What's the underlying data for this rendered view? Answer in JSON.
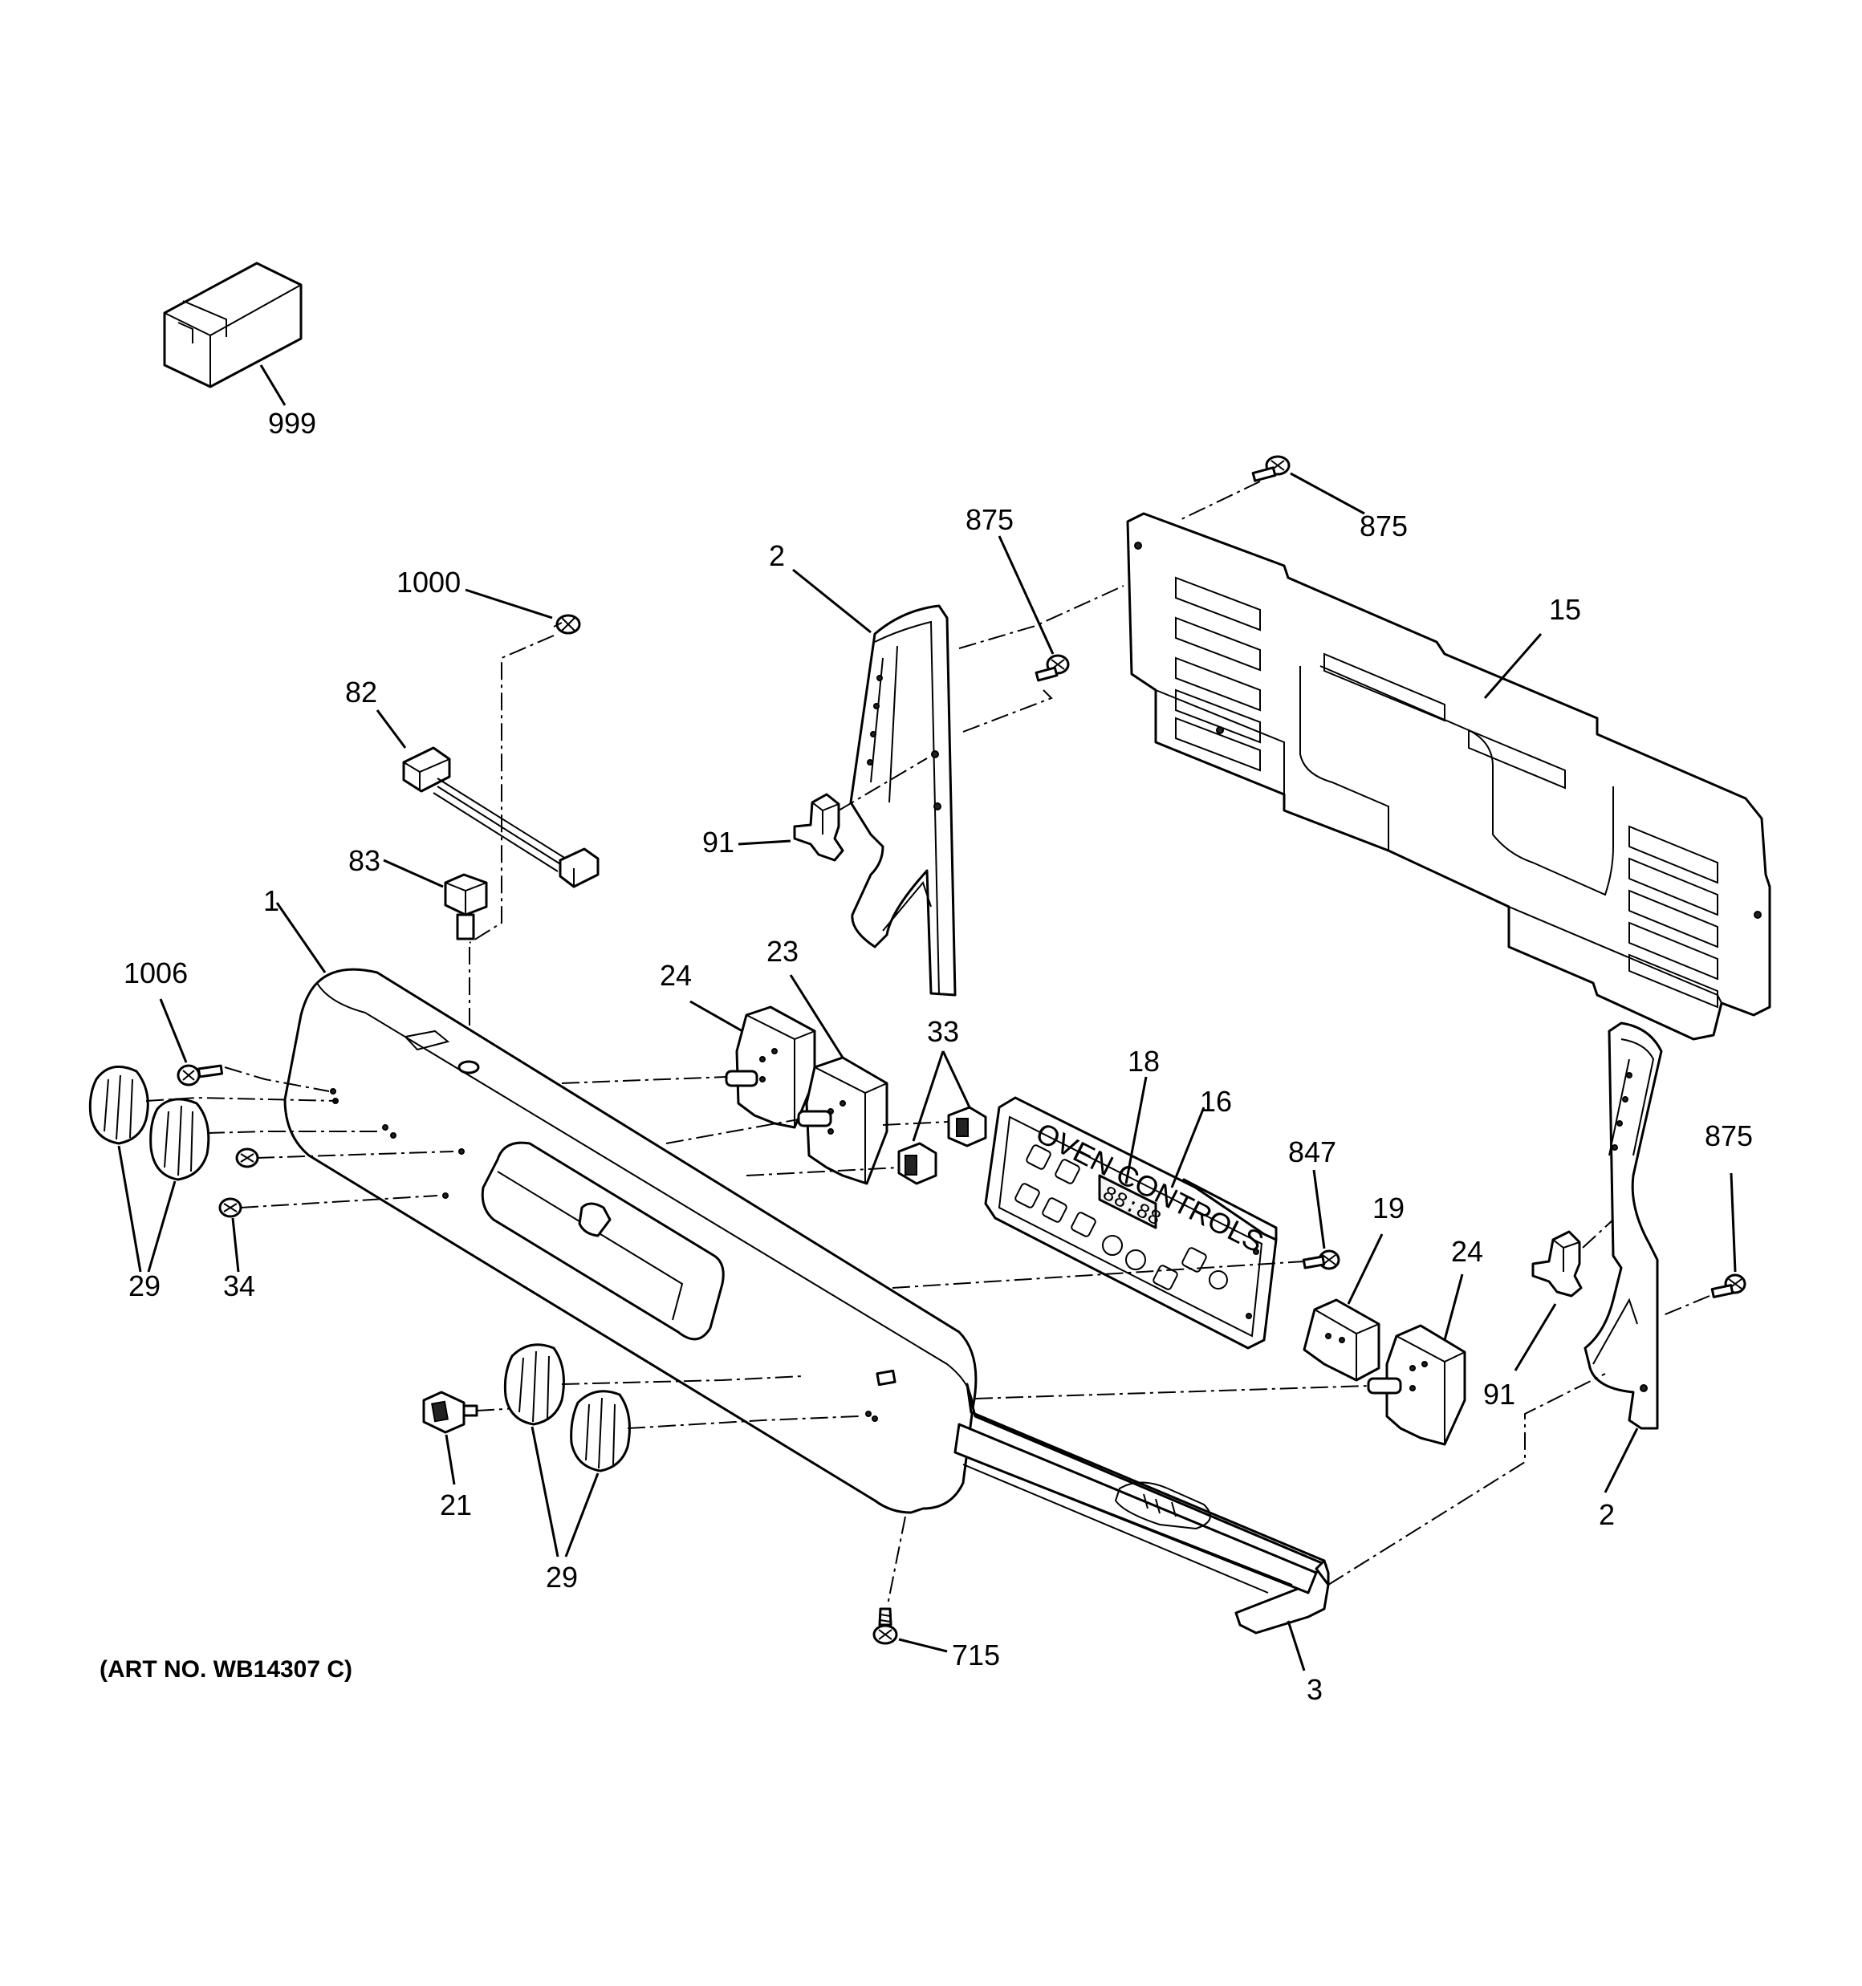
{
  "diagram": {
    "art_number": "(ART NO. WB14307 C)",
    "callouts": {
      "c999": "999",
      "c1000": "1000",
      "c82": "82",
      "c83": "83",
      "c1": "1",
      "c1006": "1006",
      "c29a": "29",
      "c34": "34",
      "c2a": "2",
      "c875a": "875",
      "c875b": "875",
      "c875c": "875",
      "c15": "15",
      "c91a": "91",
      "c91b": "91",
      "c24a": "24",
      "c23": "23",
      "c33": "33",
      "c18": "18",
      "c16": "16",
      "c847": "847",
      "c19": "19",
      "c24b": "24",
      "c2b": "2",
      "c21": "21",
      "c29b": "29",
      "c715": "715",
      "c3": "3"
    },
    "display_digits": "88:88",
    "panel_heading": "OVEN CONTROLS"
  }
}
